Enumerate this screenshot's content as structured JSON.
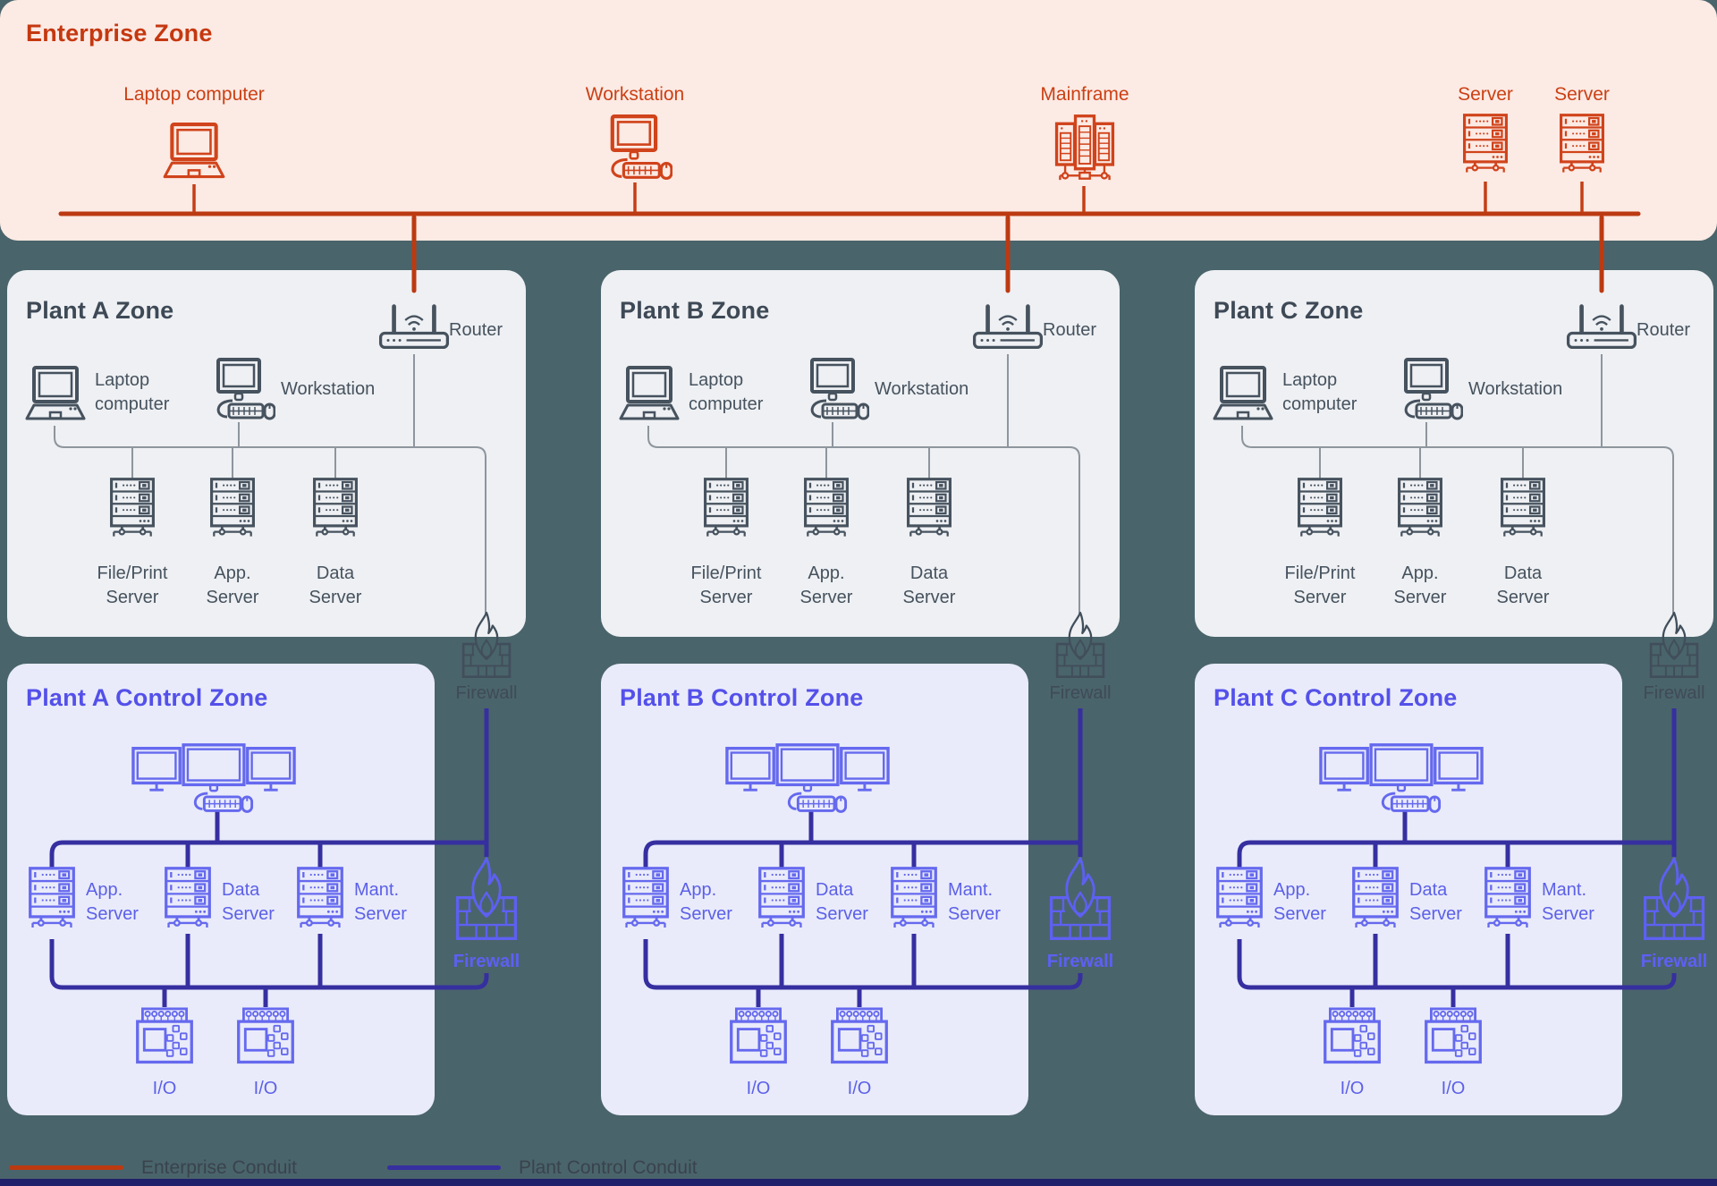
{
  "enterprise_zone": {
    "title": "Enterprise Zone",
    "devices": [
      "Laptop computer",
      "Workstation",
      "Mainframe",
      "Server",
      "Server"
    ]
  },
  "plant_zones": [
    {
      "title": "Plant A Zone",
      "router_label": "Router",
      "laptop_line1": "Laptop",
      "laptop_line2": "computer",
      "workstation_label": "Workstation",
      "servers": [
        {
          "line1": "File/Print",
          "line2": "Server"
        },
        {
          "line1": "App.",
          "line2": "Server"
        },
        {
          "line1": "Data",
          "line2": "Server"
        }
      ]
    },
    {
      "title": "Plant B Zone",
      "router_label": "Router",
      "laptop_line1": "Laptop",
      "laptop_line2": "computer",
      "workstation_label": "Workstation",
      "servers": [
        {
          "line1": "File/Print",
          "line2": "Server"
        },
        {
          "line1": "App.",
          "line2": "Server"
        },
        {
          "line1": "Data",
          "line2": "Server"
        }
      ]
    },
    {
      "title": "Plant C Zone",
      "router_label": "Router",
      "laptop_line1": "Laptop",
      "laptop_line2": "computer",
      "workstation_label": "Workstation",
      "servers": [
        {
          "line1": "File/Print",
          "line2": "Server"
        },
        {
          "line1": "App.",
          "line2": "Server"
        },
        {
          "line1": "Data",
          "line2": "Server"
        }
      ]
    }
  ],
  "control_zones": [
    {
      "title": "Plant A Control Zone",
      "servers": [
        {
          "line1": "App.",
          "line2": "Server"
        },
        {
          "line1": "Data",
          "line2": "Server"
        },
        {
          "line1": "Mant.",
          "line2": "Server"
        }
      ],
      "io": [
        "I/O",
        "I/O"
      ]
    },
    {
      "title": "Plant B Control Zone",
      "servers": [
        {
          "line1": "App.",
          "line2": "Server"
        },
        {
          "line1": "Data",
          "line2": "Server"
        },
        {
          "line1": "Mant.",
          "line2": "Server"
        }
      ],
      "io": [
        "I/O",
        "I/O"
      ]
    },
    {
      "title": "Plant C Control Zone",
      "servers": [
        {
          "line1": "App.",
          "line2": "Server"
        },
        {
          "line1": "Data",
          "line2": "Server"
        },
        {
          "line1": "Mant.",
          "line2": "Server"
        }
      ],
      "io": [
        "I/O",
        "I/O"
      ]
    }
  ],
  "firewalls": {
    "perimeter_label": "Firewall",
    "control_label": "Firewall"
  },
  "legend": {
    "items": [
      {
        "label": "Enterprise Conduit",
        "color": "#BC3A12"
      },
      {
        "label": "Plant Control Conduit",
        "color": "#362FA0"
      }
    ]
  },
  "colors": {
    "page_background": "#4A646B",
    "enterprise_background": "#FCEAE4",
    "enterprise_accent": "#C5380F",
    "plant_background": "#EEF0F3",
    "plant_accent": "#46525E",
    "control_background": "#E9EBFA",
    "control_accent": "#5C60E8",
    "enterprise_conduit": "#BC3A12",
    "plant_control_conduit": "#362FA0",
    "connector_grey": "#8E959D",
    "bottom_bar": "#20206B"
  }
}
